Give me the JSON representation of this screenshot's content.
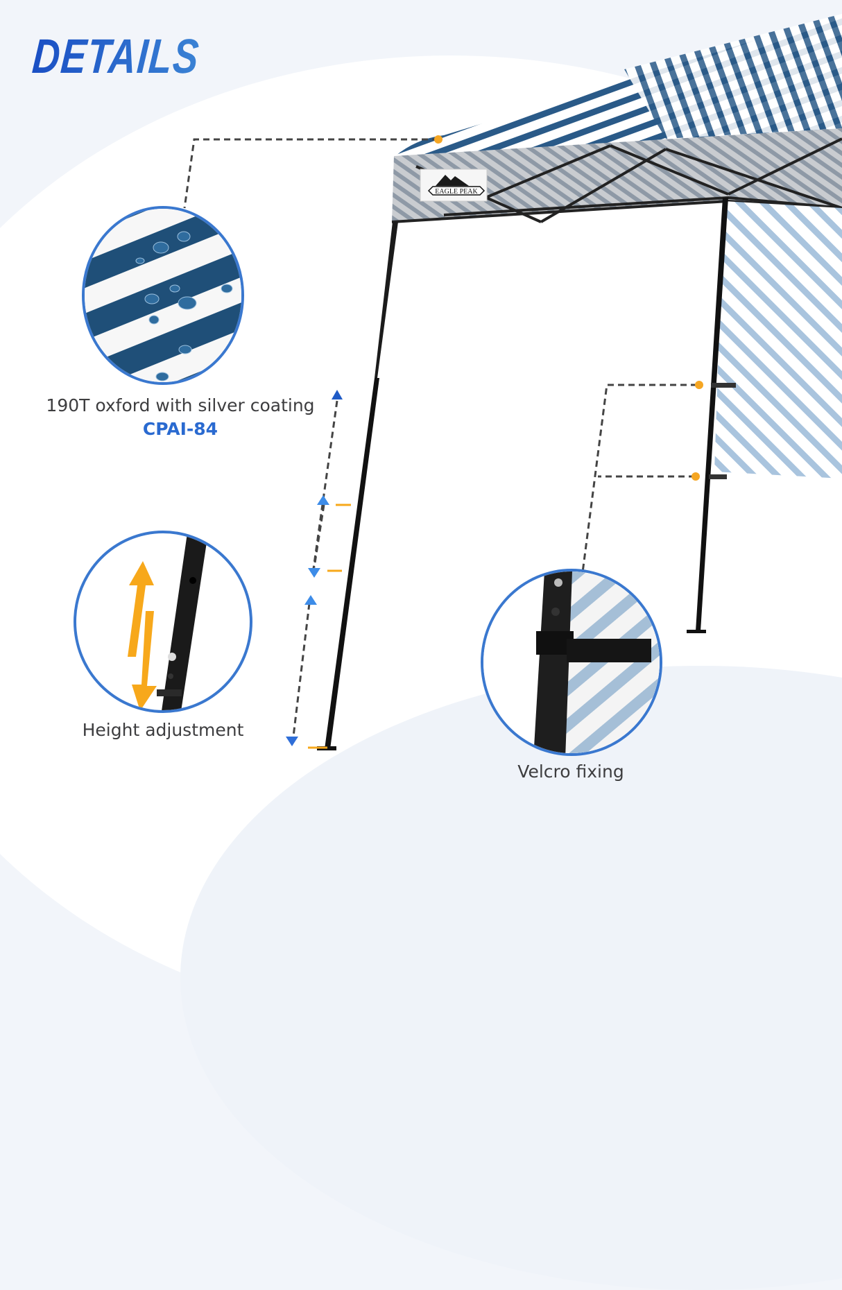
{
  "title": "DETAILS",
  "brand_label": "EAGLE PEAK",
  "features": [
    {
      "id": "fabric",
      "label": "190T oxford with silver coating",
      "sublabel": "CPAI-84"
    },
    {
      "id": "height",
      "label": "Height adjustment"
    },
    {
      "id": "velcro",
      "label": "Velcro fixing"
    }
  ],
  "colors": {
    "title_blue": "#1c55c8",
    "circle_border": "#3a78cf",
    "accent_blue": "#2a6ad0",
    "callout_dot": "#f5a623",
    "arrow_orange": "#f7a81b",
    "canopy_navy": "#2a5a88",
    "sidewall_blue": "#a9c4de",
    "label_text": "#3d3d3f"
  }
}
